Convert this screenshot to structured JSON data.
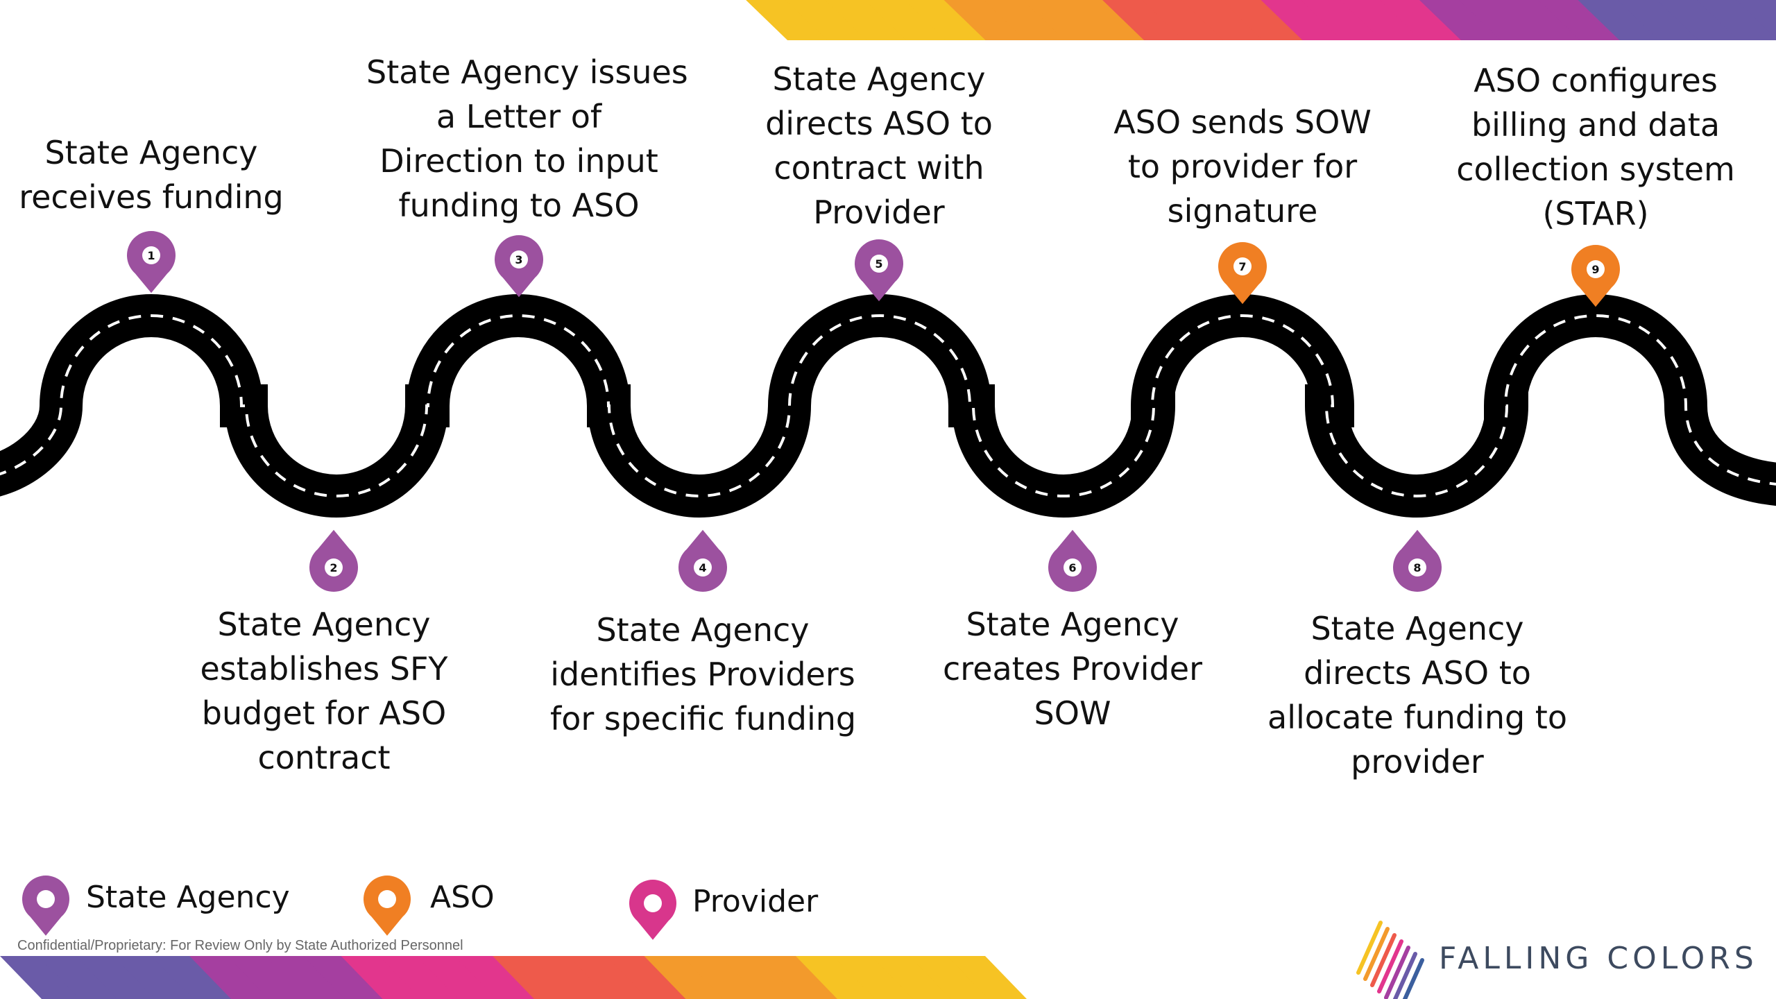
{
  "roles": {
    "state_agency": {
      "label": "State Agency",
      "color": "#9c519f"
    },
    "aso": {
      "label": "ASO",
      "color": "#f07f23"
    },
    "provider": {
      "label": "Provider",
      "color": "#d8368c"
    }
  },
  "steps": [
    {
      "number": "1",
      "role": "state_agency",
      "lines": [
        "State Agency",
        "receives funding"
      ]
    },
    {
      "number": "2",
      "role": "state_agency",
      "lines": [
        "State Agency",
        "establishes SFY",
        "budget for ASO",
        "contract"
      ]
    },
    {
      "number": "3",
      "role": "state_agency",
      "lines": [
        "State Agency issues",
        "a Letter of",
        "Direction to input",
        "funding to ASO"
      ]
    },
    {
      "number": "4",
      "role": "state_agency",
      "lines": [
        "State Agency",
        "identifies Providers",
        "for specific funding"
      ]
    },
    {
      "number": "5",
      "role": "state_agency",
      "lines": [
        "State Agency",
        "directs ASO to",
        "contract with",
        "Provider"
      ]
    },
    {
      "number": "6",
      "role": "state_agency",
      "lines": [
        "State Agency",
        "creates Provider",
        "SOW"
      ]
    },
    {
      "number": "7",
      "role": "aso",
      "lines": [
        "ASO sends SOW",
        "to provider for",
        "signature"
      ]
    },
    {
      "number": "8",
      "role": "state_agency",
      "lines": [
        "State Agency",
        "directs ASO to",
        "allocate funding to",
        "provider"
      ]
    },
    {
      "number": "9",
      "role": "aso",
      "lines": [
        "ASO configures",
        "billing and data",
        "collection system",
        "(STAR)"
      ]
    }
  ],
  "legend": [
    {
      "role": "state_agency",
      "label": "State Agency"
    },
    {
      "role": "aso",
      "label": "ASO"
    },
    {
      "role": "provider",
      "label": "Provider"
    }
  ],
  "footer_note": "Confidential/Proprietary: For Review Only by State Authorized Personnel",
  "brand": {
    "name": "FALLING COLORS",
    "colors": [
      "#f6c324",
      "#f39a2c",
      "#ee5a4b",
      "#e2368d",
      "#a53fa0",
      "#6a5ba8",
      "#3b5f9e"
    ]
  }
}
